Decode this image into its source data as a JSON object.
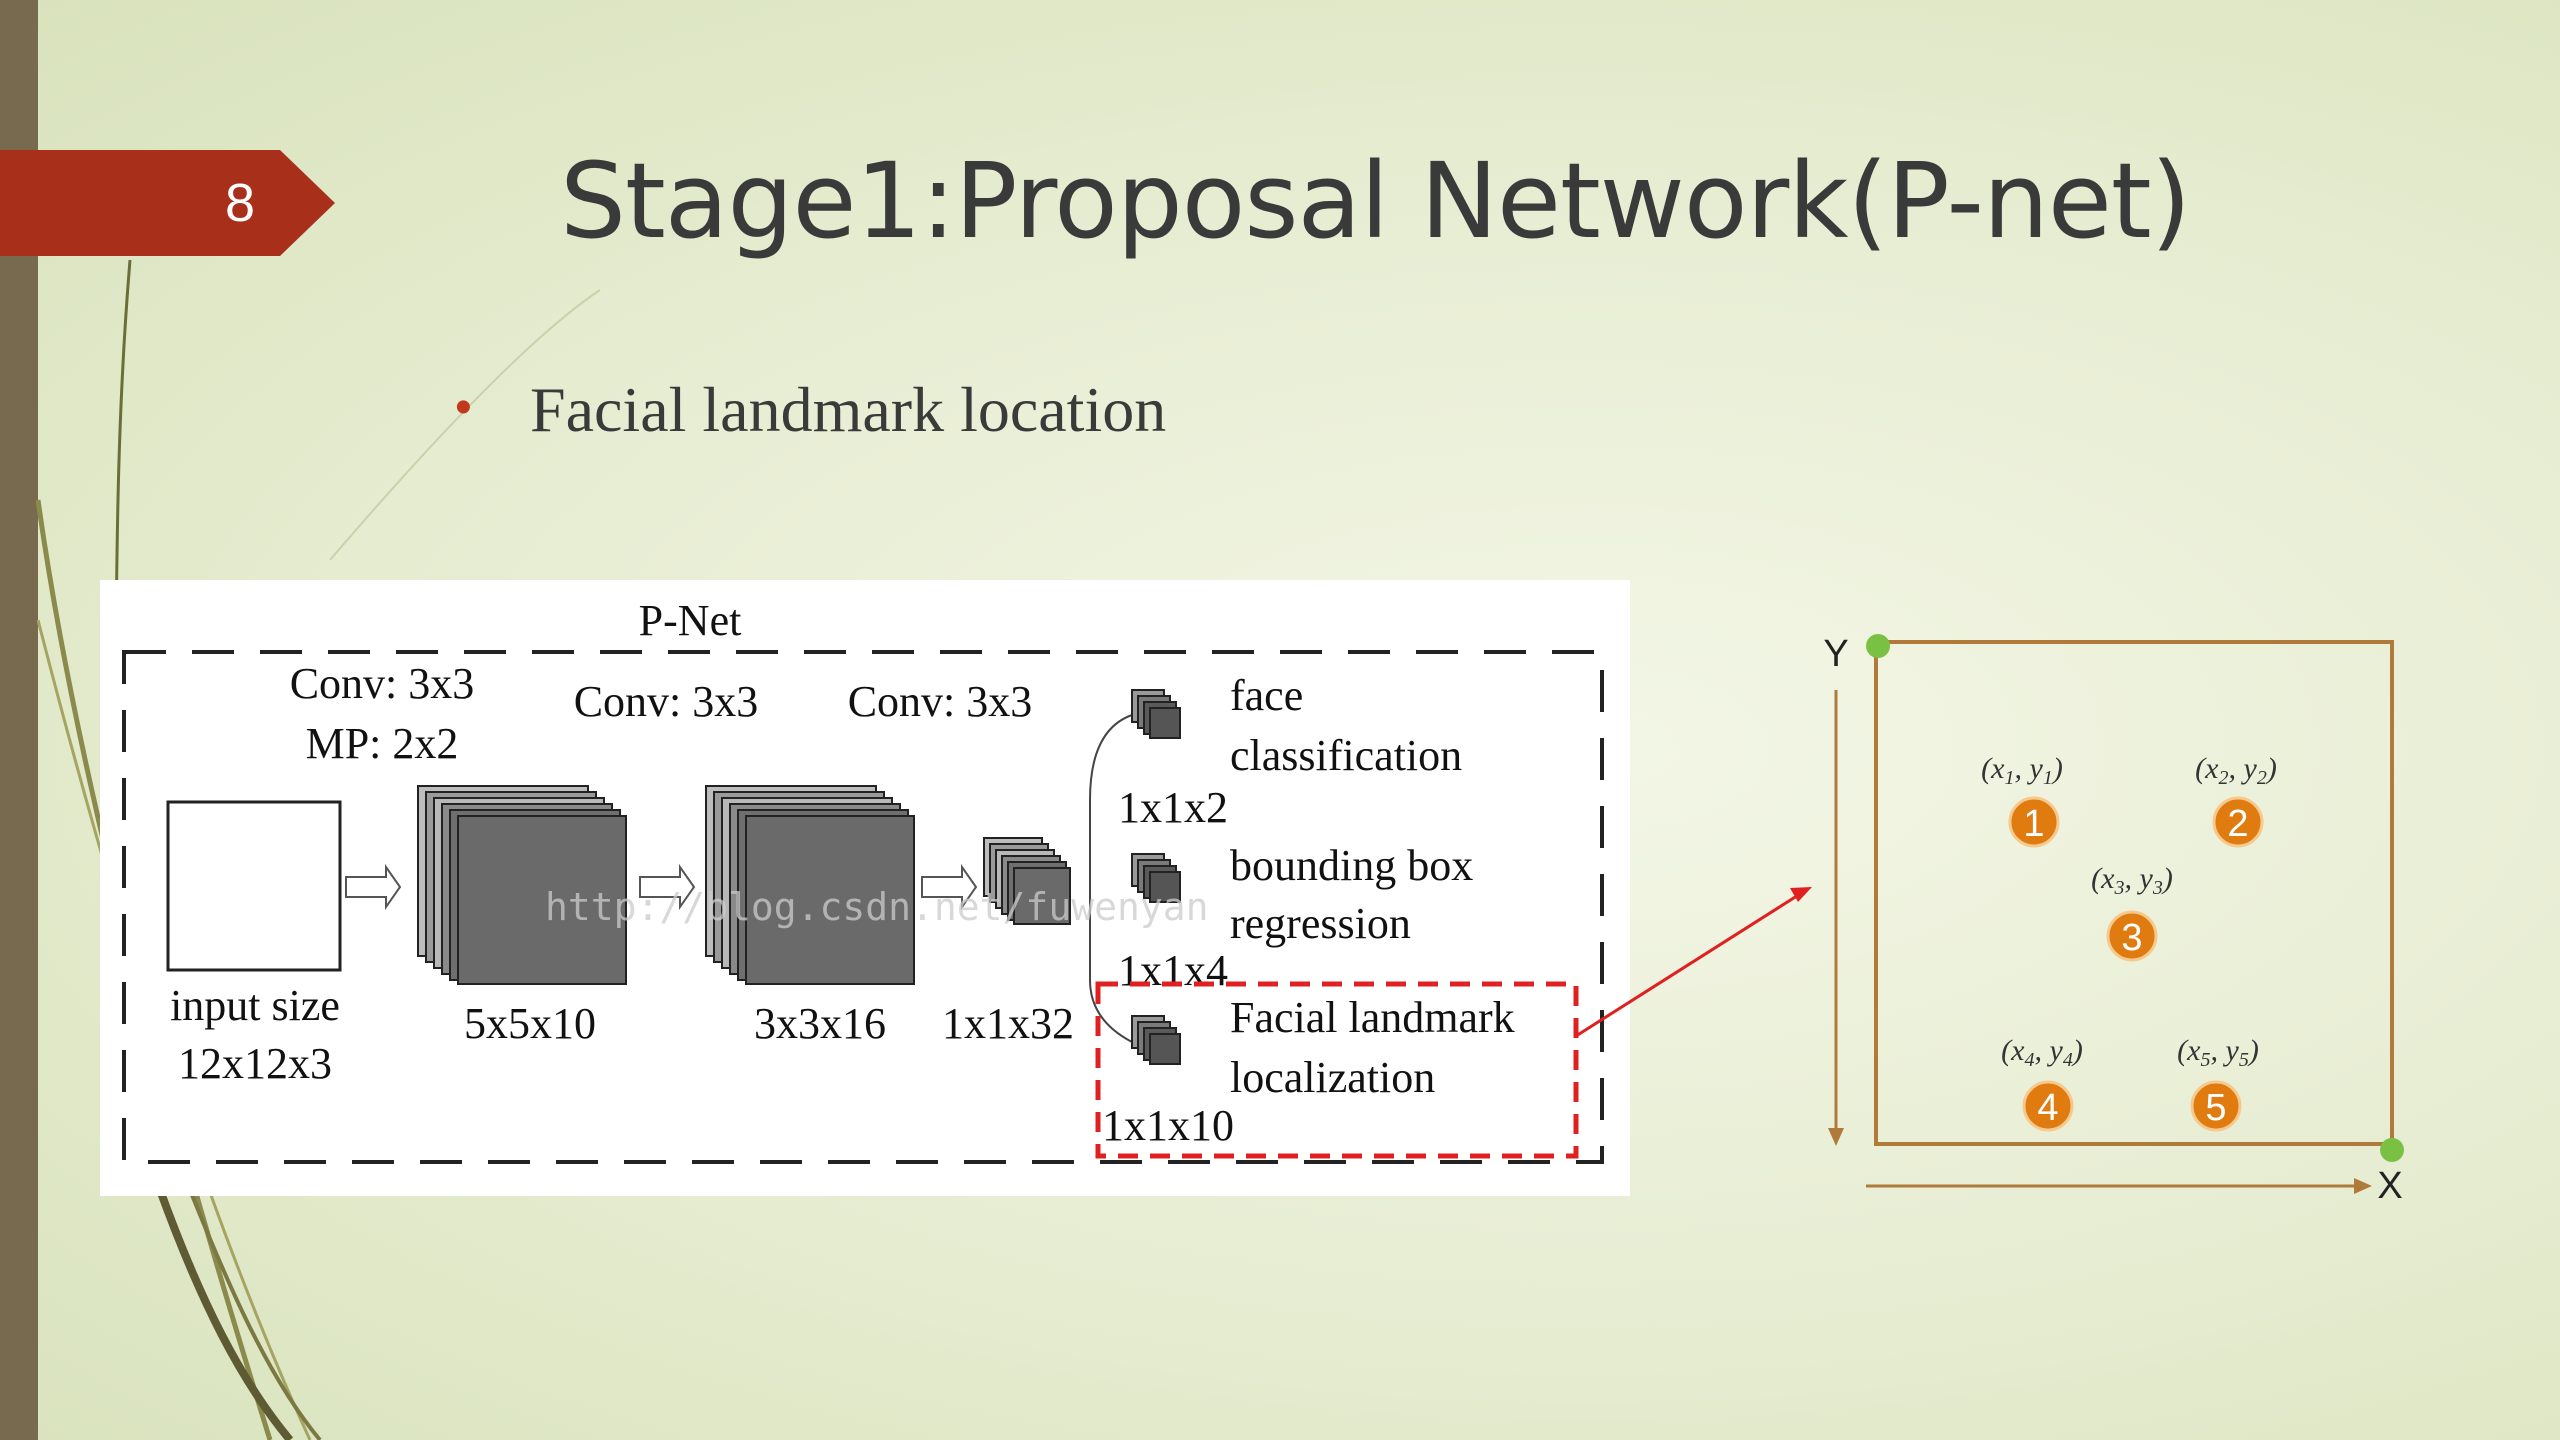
{
  "slide": {
    "number": "8",
    "title": "Stage1:Proposal Network(P-net)",
    "bullet": "Facial landmark location"
  },
  "colors": {
    "accent": "#a8301a",
    "bullet": "#c1381c",
    "left_bar": "#786a4e",
    "highlight_box": "#e02020",
    "coord_frame": "#b07a3a",
    "landmark_marker": "#e07b10",
    "corner_marker": "#7ac143"
  },
  "pnet": {
    "title": "P-Net",
    "stage1_label_line1": "Conv: 3x3",
    "stage1_label_line2": "MP: 2x2",
    "stage2_label": "Conv: 3x3",
    "stage3_label": "Conv: 3x3",
    "input_label_line1": "input size",
    "input_label_line2": "12x12x3",
    "map1_size": "5x5x10",
    "map2_size": "3x3x16",
    "map3_size": "1x1x32",
    "outputs": [
      {
        "line1": "face",
        "line2": "classification",
        "size": "1x1x2"
      },
      {
        "line1": "bounding box",
        "line2": "regression",
        "size": "1x1x4"
      },
      {
        "line1": "Facial landmark",
        "line2": "localization",
        "size": "1x1x10"
      }
    ],
    "watermark": "http://blog.csdn.net/fuwenyan"
  },
  "coordinates": {
    "x_axis": "X",
    "y_axis": "Y",
    "landmarks": [
      {
        "number": "1",
        "label_base": "(x",
        "label_sub": "1",
        "label_mid": ", y",
        "label_sub2": "1",
        "label_end": ")"
      },
      {
        "number": "2",
        "label_base": "(x",
        "label_sub": "2",
        "label_mid": ", y",
        "label_sub2": "2",
        "label_end": ")"
      },
      {
        "number": "3",
        "label_base": "(x",
        "label_sub": "3",
        "label_mid": ", y",
        "label_sub2": "3",
        "label_end": ")"
      },
      {
        "number": "4",
        "label_base": "(x",
        "label_sub": "4",
        "label_mid": ", y",
        "label_sub2": "4",
        "label_end": ")"
      },
      {
        "number": "5",
        "label_base": "(x",
        "label_sub": "5",
        "label_mid": ", y",
        "label_sub2": "5",
        "label_end": ")"
      }
    ]
  }
}
